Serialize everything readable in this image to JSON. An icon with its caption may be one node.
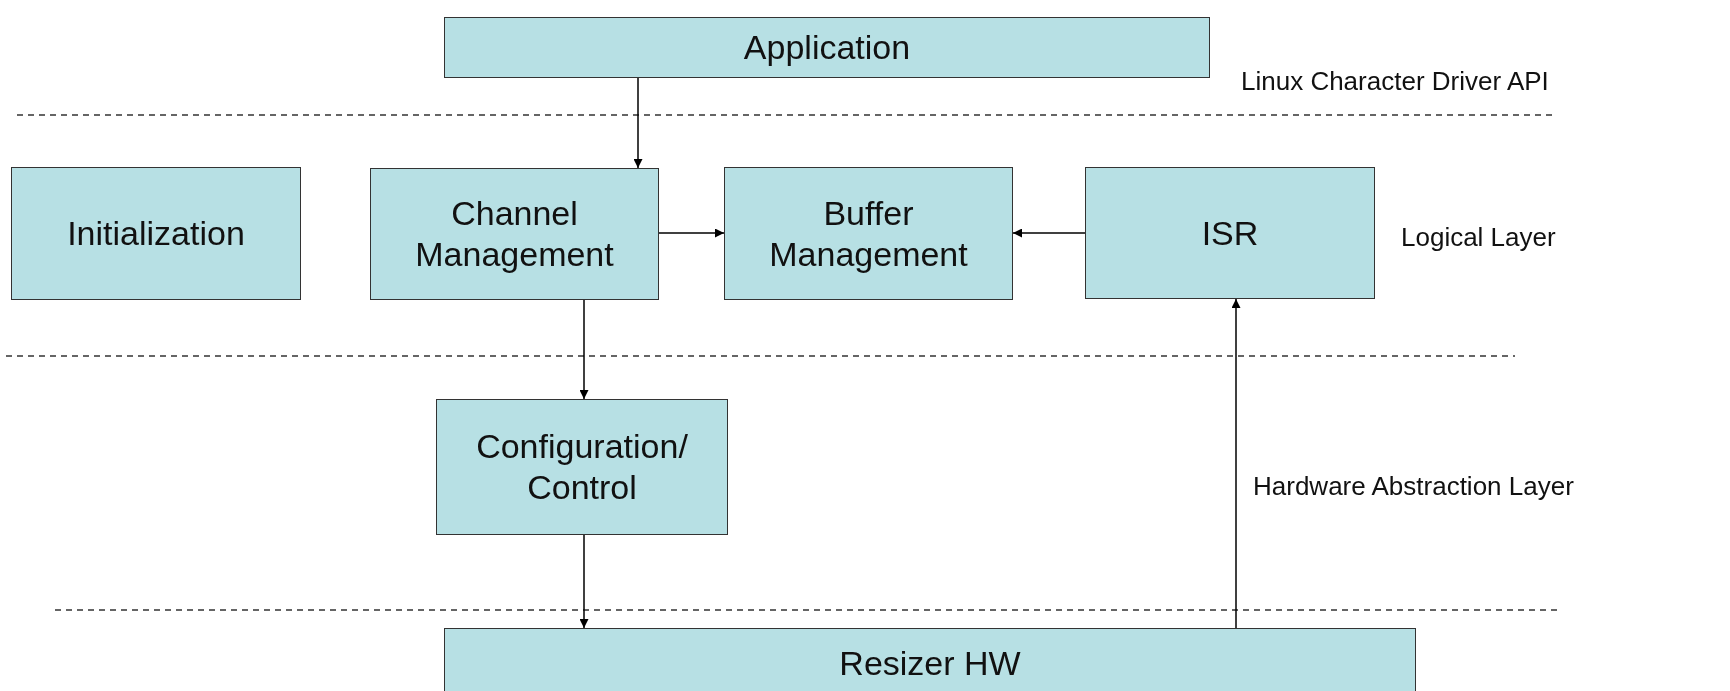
{
  "diagram": {
    "nodes": [
      {
        "text": [
          "Application"
        ]
      },
      {
        "text": [
          "Initialization"
        ]
      },
      {
        "text": [
          "Channel Management"
        ]
      },
      {
        "text": [
          "Buffer Management"
        ]
      },
      {
        "text": [
          "ISR"
        ]
      },
      {
        "text": [
          "Configuration/ Control"
        ]
      },
      {
        "text": [
          "Resizer HW"
        ]
      }
    ],
    "edges": [
      {
        "from": 0,
        "to": 2,
        "arrow": "to"
      },
      {
        "from": 2,
        "to": 3,
        "arrow": "to"
      },
      {
        "from": 4,
        "to": 3,
        "arrow": "to"
      },
      {
        "from": 2,
        "to": 5,
        "arrow": "to"
      },
      {
        "from": 5,
        "to": 6,
        "arrow": "to"
      },
      {
        "from": 6,
        "to": 4,
        "arrow": "to"
      }
    ],
    "labels": [
      "Linux Character Driver API",
      "Logical Layer",
      "Hardware Abstraction Layer"
    ]
  }
}
